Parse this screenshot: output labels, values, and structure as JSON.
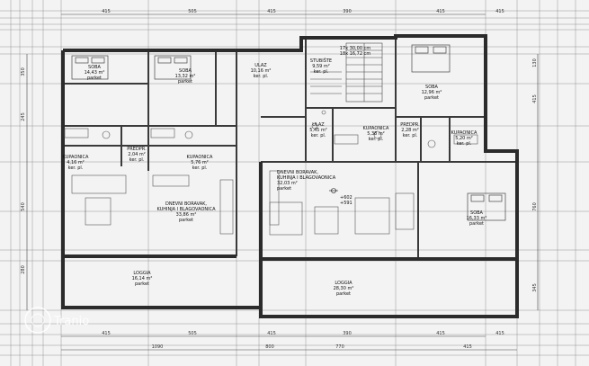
{
  "rooms": [
    {
      "id": "soba-1",
      "lines": [
        "SOBA",
        "14,43 m²",
        "parket"
      ]
    },
    {
      "id": "soba-2",
      "lines": [
        "SOBA",
        "13,32 m²",
        "parket"
      ]
    },
    {
      "id": "ulaz-1",
      "lines": [
        "ULAZ",
        "10,16 m²",
        "ker. pl."
      ]
    },
    {
      "id": "stubiste",
      "lines": [
        "STUBIŠTE",
        "9,59 m²",
        "ker. pl."
      ]
    },
    {
      "id": "stair-info",
      "lines": [
        "17x 30,00 cm",
        "18x 16,72 cm"
      ]
    },
    {
      "id": "soba-3",
      "lines": [
        "SOBA",
        "12,96 m²",
        "parket"
      ]
    },
    {
      "id": "kupaonica-1",
      "lines": [
        "KUPAONICA",
        "4,16 m²",
        "ker. pl."
      ]
    },
    {
      "id": "predpr-1",
      "lines": [
        "PREDPR.",
        "2,04 m²",
        "ker. pl."
      ]
    },
    {
      "id": "kupaonica-2",
      "lines": [
        "KUPAONICA",
        "5,76 m²",
        "ker. pl."
      ]
    },
    {
      "id": "ulaz-2",
      "lines": [
        "ULAZ",
        "5,45 m²",
        "ker. pl."
      ]
    },
    {
      "id": "kupaonica-3",
      "lines": [
        "KUPAONICA",
        "5,38 m²",
        "ker. pl."
      ]
    },
    {
      "id": "predpr-2",
      "lines": [
        "PREDPR.",
        "2,28 m²",
        "ker. pl."
      ]
    },
    {
      "id": "kupaonica-4",
      "lines": [
        "KUPAONICA",
        "5,20 m²",
        "ker. pl."
      ]
    },
    {
      "id": "dnevni-1",
      "lines": [
        "DNEVNI BORAVAK,",
        "KUHINJA I BLAGOVAONICA",
        "33,86 m²",
        "parket"
      ]
    },
    {
      "id": "dnevni-2",
      "lines": [
        "DNEVNI BORAVAK,",
        "KUHINJA I BLAGOVAONICA",
        "32,03 m²",
        "parket"
      ]
    },
    {
      "id": "soba-4",
      "lines": [
        "SOBA",
        "16,33 m²",
        "parket"
      ]
    },
    {
      "id": "loggia-1",
      "lines": [
        "LOGGIA",
        "16,14 m²",
        "parket"
      ]
    },
    {
      "id": "loggia-2",
      "lines": [
        "LOGGIA",
        "28,30 m²",
        "parket"
      ]
    }
  ],
  "level_mark": [
    "+602",
    "+591"
  ],
  "dimensions": {
    "top": [
      "415",
      "505",
      "415",
      "390",
      "415",
      "415"
    ],
    "bottom_1": [
      "415",
      "505",
      "415",
      "390",
      "415",
      "415"
    ],
    "bottom_2": [
      "1090",
      "800",
      "770",
      "415"
    ],
    "left": [
      "350",
      "245",
      "540",
      "280"
    ],
    "right": [
      "130",
      "415",
      "760",
      "345"
    ]
  },
  "watermark": "Tranio",
  "colors": {
    "paper": "#f3f3f3",
    "wall": "#3a3a3a",
    "grid": "#7a7a7a",
    "fixture": "#555555"
  }
}
